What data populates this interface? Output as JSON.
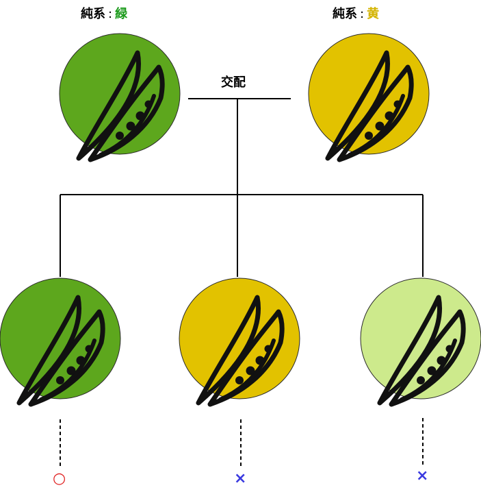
{
  "parents": [
    {
      "lineage": "純系",
      "color_name": "緑",
      "color_name_color": "#1a9a1a",
      "fill": "#5da71d"
    },
    {
      "lineage": "純系",
      "color_name": "黄",
      "color_name_color": "#d4b400",
      "fill": "#e2c200"
    }
  ],
  "cross_label": "交配",
  "offspring": [
    {
      "fill": "#5da71d",
      "mark": "○",
      "mark_color": "#e02020"
    },
    {
      "fill": "#e2c200",
      "mark": "×",
      "mark_color": "#3a3ae0"
    },
    {
      "fill": "#cdea8c",
      "mark": "×",
      "mark_color": "#3a3ae0"
    }
  ],
  "icon": "pea-pod-icon"
}
